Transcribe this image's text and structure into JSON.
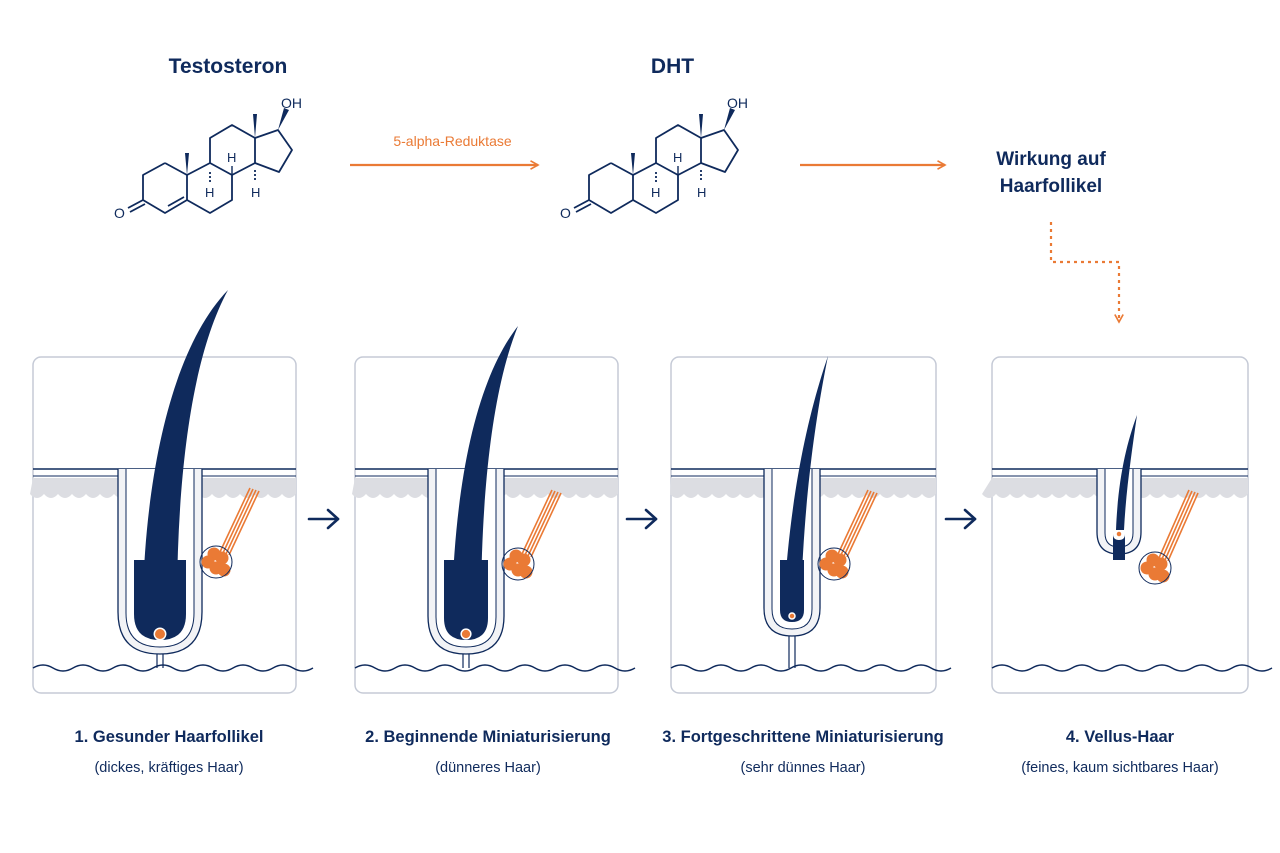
{
  "molecules": {
    "testosterone": {
      "name": "Testosteron",
      "oh": "OH",
      "oxo": "O",
      "h1": "H",
      "h2": "H",
      "h3": "H"
    },
    "dht": {
      "name": "DHT",
      "oh": "OH",
      "oxo": "O",
      "h1": "H",
      "h2": "H",
      "h3": "H"
    }
  },
  "enzyme_label": "5-alpha-Reduktase",
  "effect": {
    "line1": "Wirkung auf",
    "line2": "Haarfollikel"
  },
  "stages": [
    {
      "title": "1. Gesunder Haarfollikel",
      "subtitle": "(dickes, kräftiges Haar)"
    },
    {
      "title": "2. Beginnende Miniaturisierung",
      "subtitle": "(dünneres Haar)"
    },
    {
      "title": "3. Fortgeschrittene Miniaturisierung",
      "subtitle": "(sehr dünnes Haar)"
    },
    {
      "title": "4. Vellus-Haar",
      "subtitle": "(feines, kaum sichtbares Haar)"
    }
  ],
  "colors": {
    "navy": "#0f2a5c",
    "orange": "#ea7a35",
    "panel_border": "#c5cad6",
    "skin": "#dcdde2"
  }
}
